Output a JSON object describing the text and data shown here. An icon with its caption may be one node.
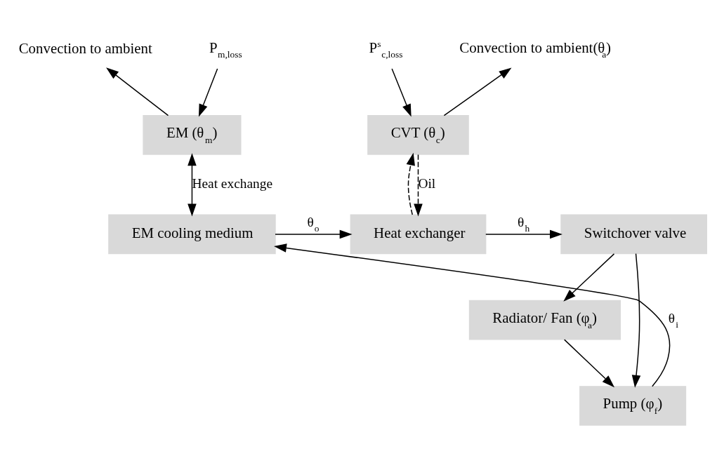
{
  "diagram": {
    "nodes": [
      {
        "text": [
          "EM (θ$_{m}$)"
        ]
      },
      {
        "text": [
          "CVT (θ$_{c}$)"
        ]
      },
      {
        "text": [
          "EM cooling medium"
        ]
      },
      {
        "text": [
          "Heat exchanger"
        ]
      },
      {
        "text": [
          "Switchover valve"
        ]
      },
      {
        "text": [
          "Radiator/ Fan (φ$_{a}$)"
        ]
      },
      {
        "text": [
          "Pump (φ$_{f}$)"
        ]
      },
      {
        "text": [
          "Convection to ambient"
        ]
      },
      {
        "text": [
          "P$_{m,loss}$"
        ]
      },
      {
        "text": [
          "P$^{s}$$_{c,loss}$"
        ]
      },
      {
        "text": [
          "Convection to ambient(θ$_{a}$)"
        ]
      }
    ],
    "edges": [
      {
        "from": 0,
        "to": 7,
        "arrow": "to"
      },
      {
        "from": 8,
        "to": 0,
        "arrow": "to"
      },
      {
        "from": 9,
        "to": 1,
        "arrow": "to"
      },
      {
        "from": 1,
        "to": 10,
        "arrow": "to"
      },
      {
        "from": 0,
        "to": 2,
        "arrow": "both",
        "label": "Heat exchange"
      },
      {
        "from": 1,
        "to": 3,
        "arrow": "to",
        "style": "dashed",
        "label": "Oil"
      },
      {
        "from": 3,
        "to": 1,
        "arrow": "to",
        "style": "dashed"
      },
      {
        "from": 6,
        "to": 2,
        "arrow": "to",
        "label": "θ$_{i}$"
      },
      {
        "from": 2,
        "to": 3,
        "arrow": "to",
        "label": "θ$_{o}$"
      },
      {
        "from": 3,
        "to": 4,
        "arrow": "to",
        "label": "θ$_{h}$"
      },
      {
        "from": 4,
        "to": 5,
        "arrow": "to"
      },
      {
        "from": 4,
        "to": 6,
        "arrow": "to"
      },
      {
        "from": 5,
        "to": 6,
        "arrow": "to"
      }
    ]
  }
}
